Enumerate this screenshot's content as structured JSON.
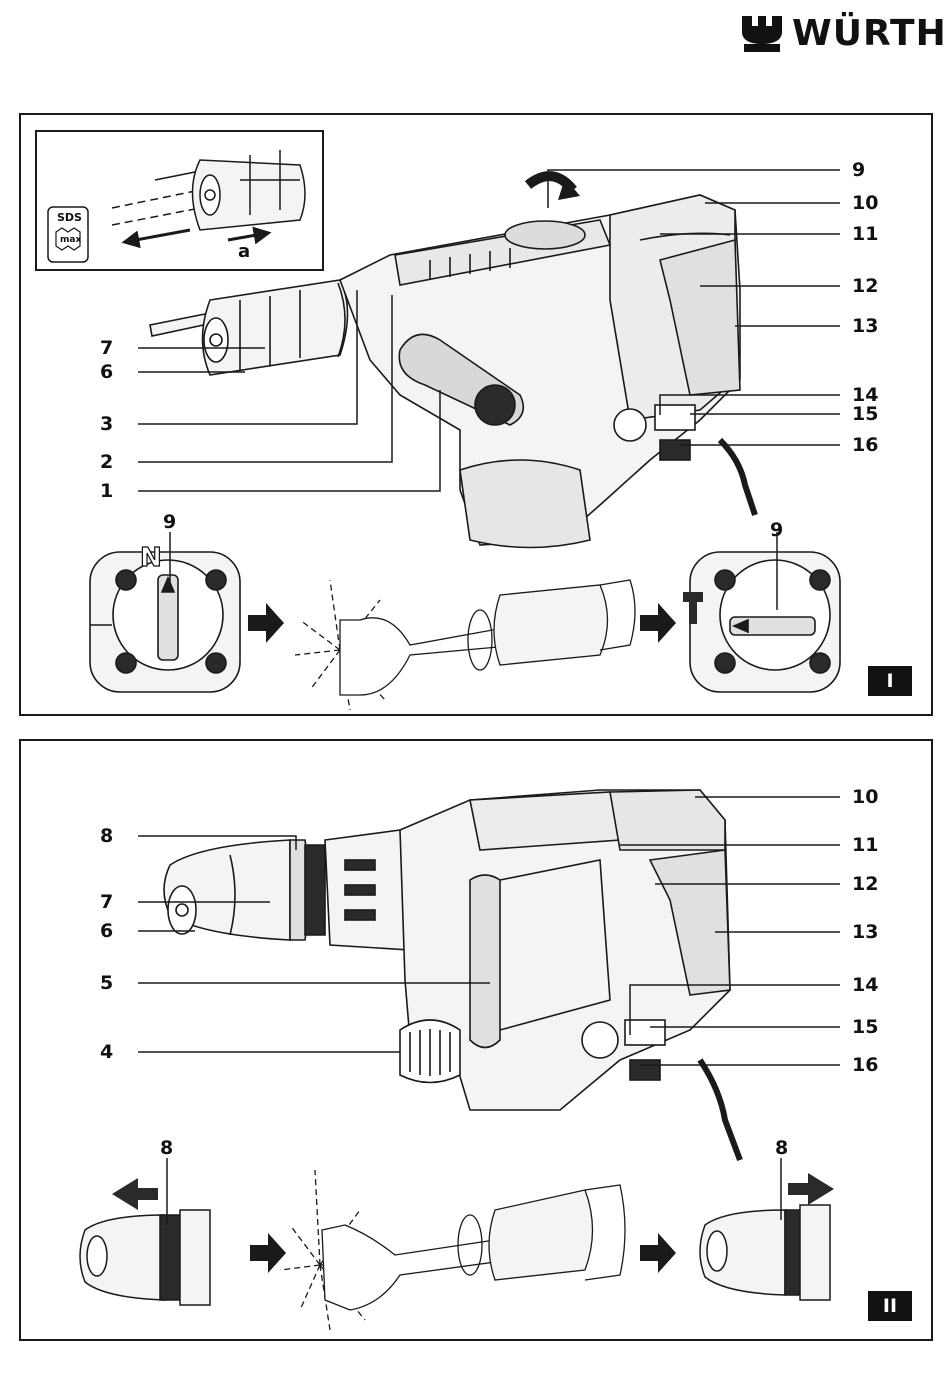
{
  "logo": {
    "text": "WÜRTH"
  },
  "panels": [
    {
      "tag": "I",
      "inset": {
        "sds_top": "SDS",
        "sds_bottom": "max",
        "arrow_label": "a"
      },
      "callouts": {
        "9": "9",
        "10": "10",
        "11": "11",
        "12": "12",
        "13": "13",
        "7": "7",
        "6": "6",
        "3": "3",
        "2": "2",
        "1": "1",
        "14": "14",
        "15": "15",
        "16": "16"
      },
      "selector_left": {
        "label": "9",
        "mark": "N"
      },
      "selector_right": {
        "label": "9",
        "mark": "T"
      }
    },
    {
      "tag": "II",
      "callouts": {
        "8": "8",
        "7": "7",
        "6": "6",
        "5": "5",
        "4": "4",
        "10": "10",
        "11": "11",
        "12": "12",
        "13": "13",
        "14": "14",
        "15": "15",
        "16": "16"
      },
      "chuck_left": {
        "label": "8"
      },
      "chuck_right": {
        "label": "8"
      }
    }
  ],
  "colors": {
    "line": "#1a1a1a",
    "tool_body": "#f4f4f4",
    "dark_fill": "#2a2a2a",
    "tag_bg": "#111111"
  }
}
